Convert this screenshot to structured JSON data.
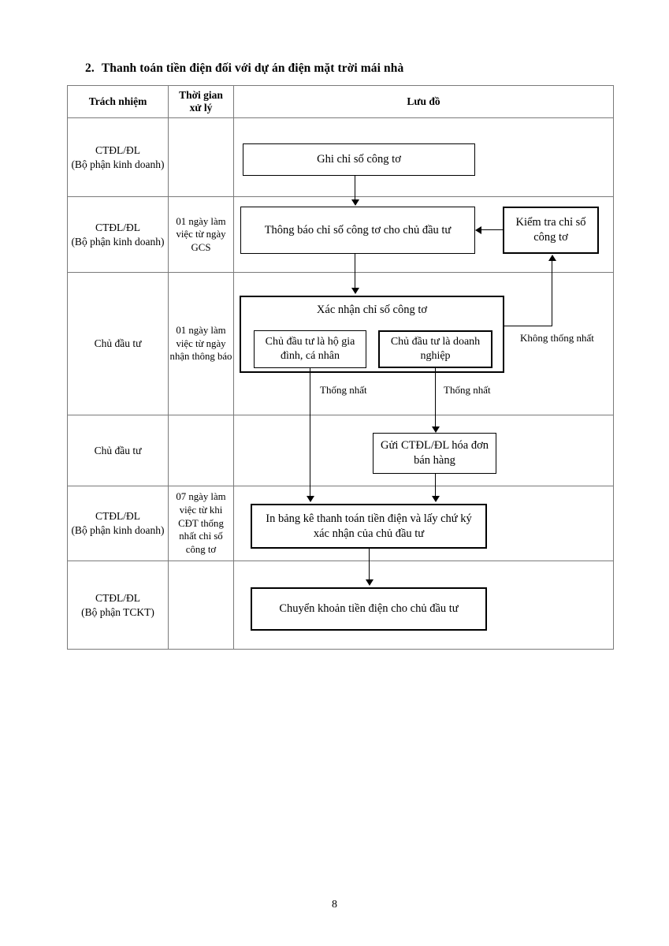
{
  "document": {
    "section_number": "2.",
    "section_title": "Thanh toán tiền điện đối với dự án điện mặt trời mái nhà",
    "page_number": "8"
  },
  "table": {
    "headers": {
      "responsibility": "Trách nhiệm",
      "processing_time": "Thời gian\nxử lý",
      "flowchart": "Lưu đồ"
    },
    "rows": [
      {
        "responsibility": "CTĐL/ĐL\n(Bộ phận kinh doanh)",
        "time": ""
      },
      {
        "responsibility": "CTĐL/ĐL\n(Bộ phận kinh doanh)",
        "time": "01 ngày làm việc từ ngày GCS"
      },
      {
        "responsibility": "Chủ đầu tư",
        "time": "01 ngày làm việc từ ngày nhận thông báo"
      },
      {
        "responsibility": "Chủ đầu tư",
        "time": ""
      },
      {
        "responsibility": "CTĐL/ĐL\n(Bộ phận kinh doanh)",
        "time": "07 ngày làm việc từ khi CĐT thống nhất chỉ số công tơ"
      },
      {
        "responsibility": "CTĐL/ĐL\n(Bộ phận TCKT)",
        "time": ""
      }
    ]
  },
  "flowchart": {
    "type": "process-flow",
    "nodes": [
      {
        "id": "ghi-chi-so",
        "label": "Ghi chỉ số công tơ",
        "emphasis": "normal"
      },
      {
        "id": "thong-bao",
        "label": "Thông báo chỉ số công tơ cho chủ đầu tư",
        "emphasis": "normal"
      },
      {
        "id": "kiem-tra",
        "label": "Kiểm tra chỉ số công tơ",
        "emphasis": "thick"
      },
      {
        "id": "xac-nhan",
        "label": "Xác nhận chỉ số công tơ",
        "emphasis": "thick"
      },
      {
        "id": "ho-gia-dinh",
        "label": "Chủ đầu tư là hộ gia đình, cá nhân",
        "emphasis": "normal"
      },
      {
        "id": "doanh-nghiep",
        "label": "Chủ đầu tư là doanh nghiệp",
        "emphasis": "thick"
      },
      {
        "id": "gui-hoa-don",
        "label": "Gửi CTĐL/ĐL hóa đơn bán hàng",
        "emphasis": "normal"
      },
      {
        "id": "in-bang-ke",
        "label": "In bảng kê thanh toán tiền điện và lấy chứ ký xác nhận của chủ đầu tư",
        "emphasis": "thick"
      },
      {
        "id": "chuyen-khoan",
        "label": "Chuyển khoản tiền điện cho chủ đầu tư",
        "emphasis": "thick"
      }
    ],
    "edge_labels": {
      "khong_thong_nhat": "Không thống nhất",
      "thong_nhat_left": "Thống nhất",
      "thong_nhat_right": "Thống nhất"
    }
  },
  "colors": {
    "ink": "#000000",
    "table_border": "#7a7a7a",
    "background": "#ffffff"
  }
}
